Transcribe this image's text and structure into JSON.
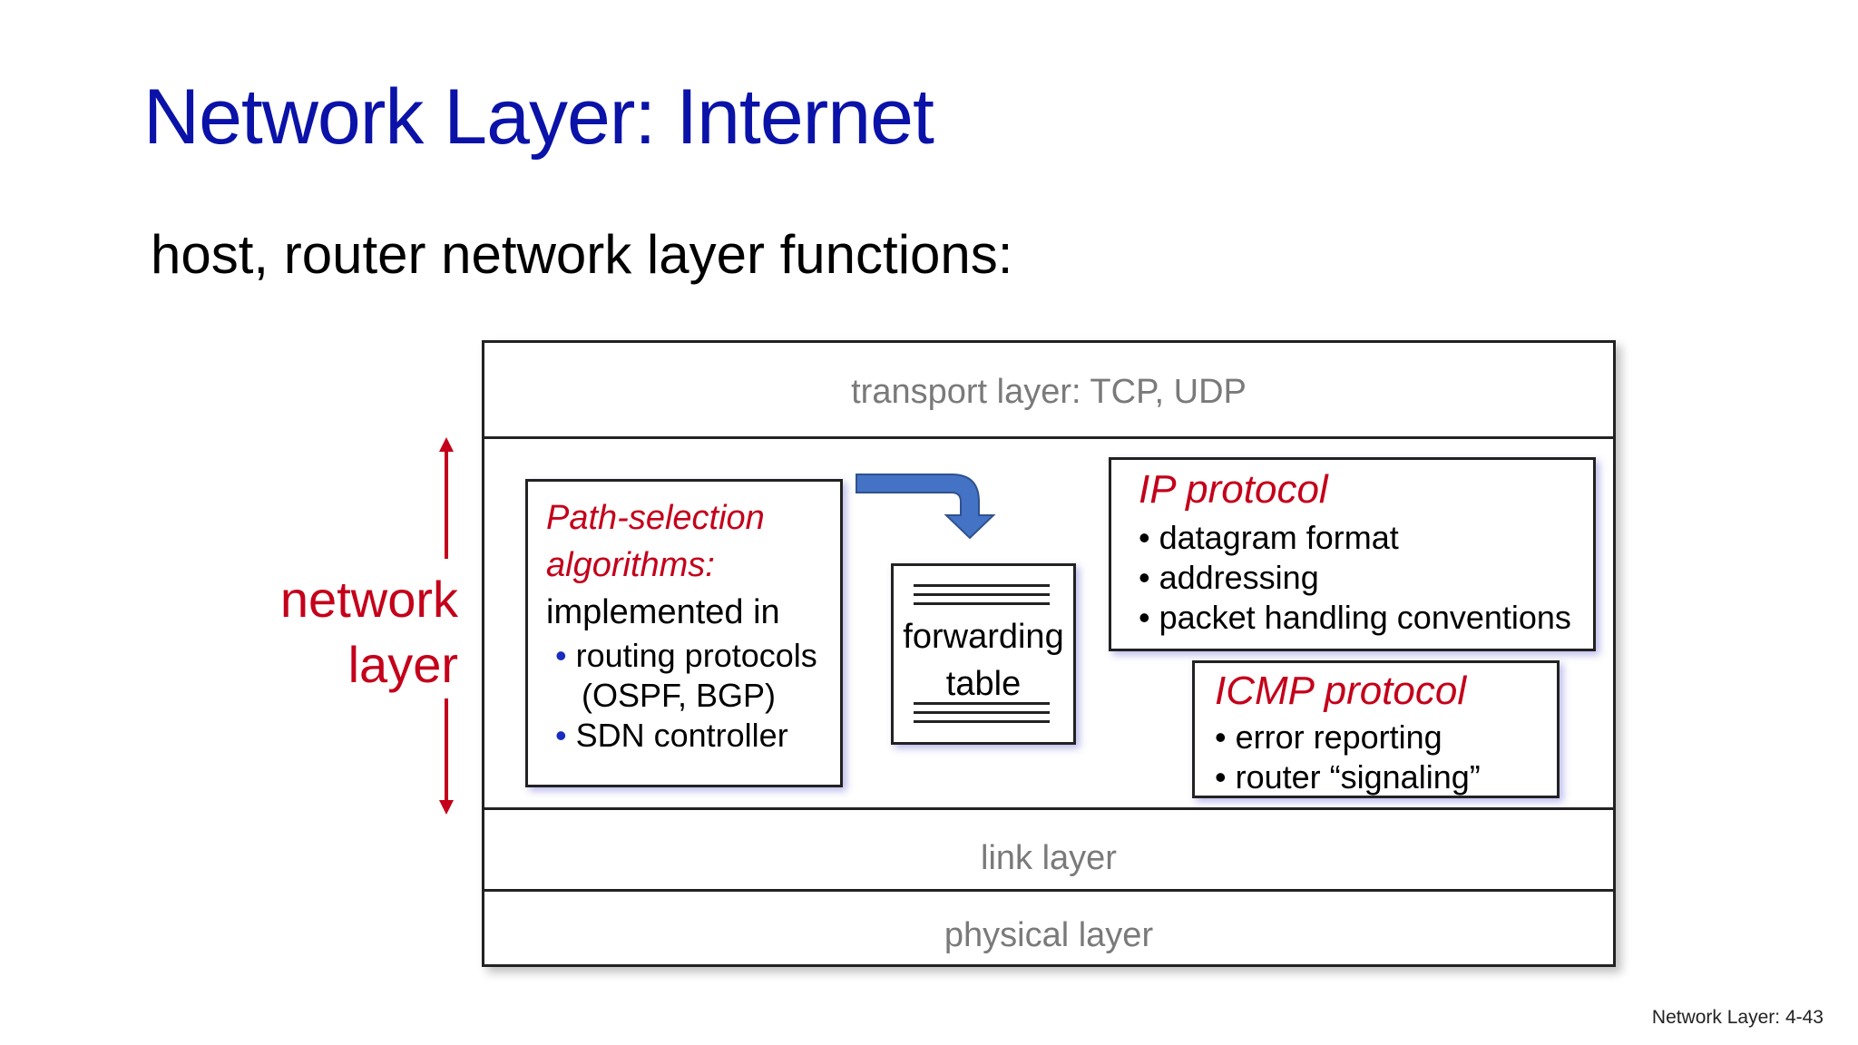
{
  "title": "Network Layer: Internet",
  "subtitle": "host, router network layer functions:",
  "side_label": {
    "line1": "network",
    "line2": "layer"
  },
  "layers": {
    "transport": "transport layer: TCP, UDP",
    "link": "link layer",
    "physical": "physical layer"
  },
  "path_selection": {
    "title_line1": "Path-selection",
    "title_line2": "algorithms:",
    "body": "implemented in",
    "bullets": [
      "routing protocols",
      "(OSPF, BGP)",
      "SDN controller"
    ]
  },
  "forwarding_table": {
    "line1": "forwarding",
    "line2": "table"
  },
  "ip_protocol": {
    "title": "IP protocol",
    "bullets": [
      "datagram format",
      "addressing",
      "packet handling conventions"
    ]
  },
  "icmp_protocol": {
    "title": "ICMP protocol",
    "bullets": [
      "error reporting",
      "router “signaling”"
    ]
  },
  "footer": "Network Layer: 4-43",
  "colors": {
    "title_blue": "#0a12a8",
    "accent_red": "#c4001a",
    "arrow_blue": "#4472c4",
    "layer_gray": "#7a7a7a"
  }
}
